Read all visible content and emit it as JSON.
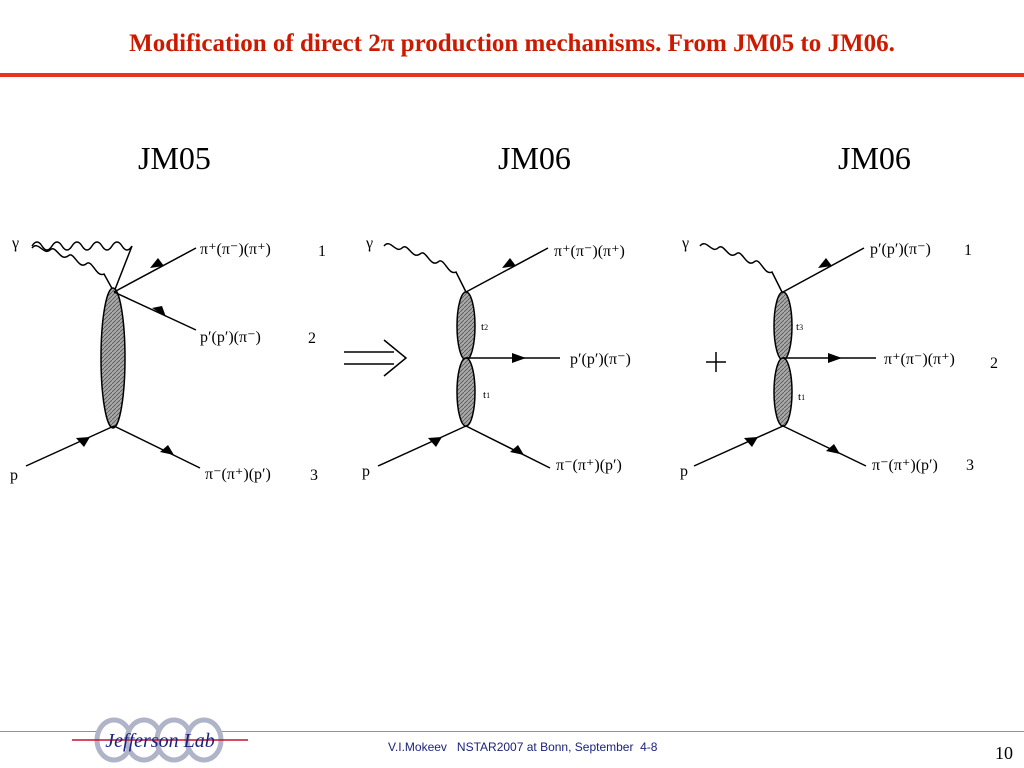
{
  "slide": {
    "title": "Modification of direct 2π production mechanisms. From JM05 to JM06.",
    "accent_color": "#e8341c",
    "text_color": "#cc1a00"
  },
  "columns": [
    "JM05",
    "JM06",
    "JM06"
  ],
  "diagrams": {
    "jm05": {
      "photon": "γ",
      "proton": "p",
      "out1": "π⁺(π⁻)(π⁺)",
      "out2": "p′(p′)(π⁻)",
      "out3": "π⁻(π⁺)(p′)",
      "n1": "1",
      "n2": "2",
      "n3": "3"
    },
    "jm06a": {
      "photon": "γ",
      "proton": "p",
      "out1": "π⁺(π⁻)(π⁺)",
      "out2": "p′(p′)(π⁻)",
      "out3": "π⁻(π⁺)(p′)",
      "t_upper": "t",
      "t_upper_sub": "2",
      "t_lower": "t",
      "t_lower_sub": "1"
    },
    "jm06b": {
      "photon": "γ",
      "proton": "p",
      "out1": "p′(p′)(π⁻)",
      "out2": "π⁺(π⁻)(π⁺)",
      "out3": "π⁻(π⁺)(p′)",
      "t_upper": "t",
      "t_upper_sub": "3",
      "t_lower": "t",
      "t_lower_sub": "1",
      "n1": "1",
      "n2": "2",
      "n3": "3"
    },
    "arrow": "⟹",
    "plus": "+"
  },
  "footer": {
    "logo_text": "Jefferson Lab",
    "citation": "V.I.Mokeev   NSTAR2007 at Bonn, September  4-8",
    "page": "10"
  }
}
